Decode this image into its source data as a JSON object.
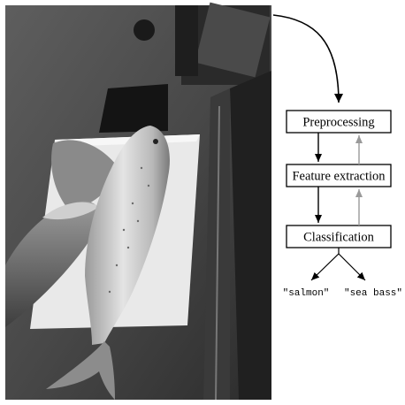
{
  "pipeline": {
    "stages": [
      "Preprocessing",
      "Feature extraction",
      "Classification"
    ],
    "outputs": [
      "\"salmon\"",
      "\"sea bass\""
    ]
  },
  "colors": {
    "forward_arrow": "#000000",
    "feedback_arrow": "#9a9a9a",
    "box_stroke": "#000000"
  },
  "photo": {
    "description_icon": "fish-photo-icon"
  }
}
